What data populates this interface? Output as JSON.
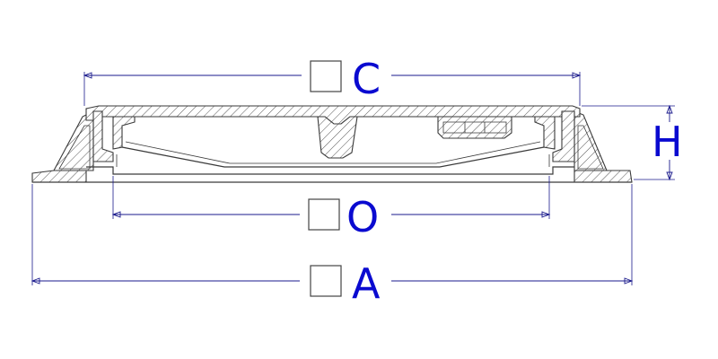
{
  "dimensions": {
    "C": {
      "letter": "C"
    },
    "O": {
      "letter": "O"
    },
    "A": {
      "letter": "A"
    },
    "H": {
      "letter": "H"
    }
  },
  "colors": {
    "dimension_label": "#0a0ad0",
    "dimension_line": "#1a1a8c",
    "outline": "#3a3a3a"
  }
}
